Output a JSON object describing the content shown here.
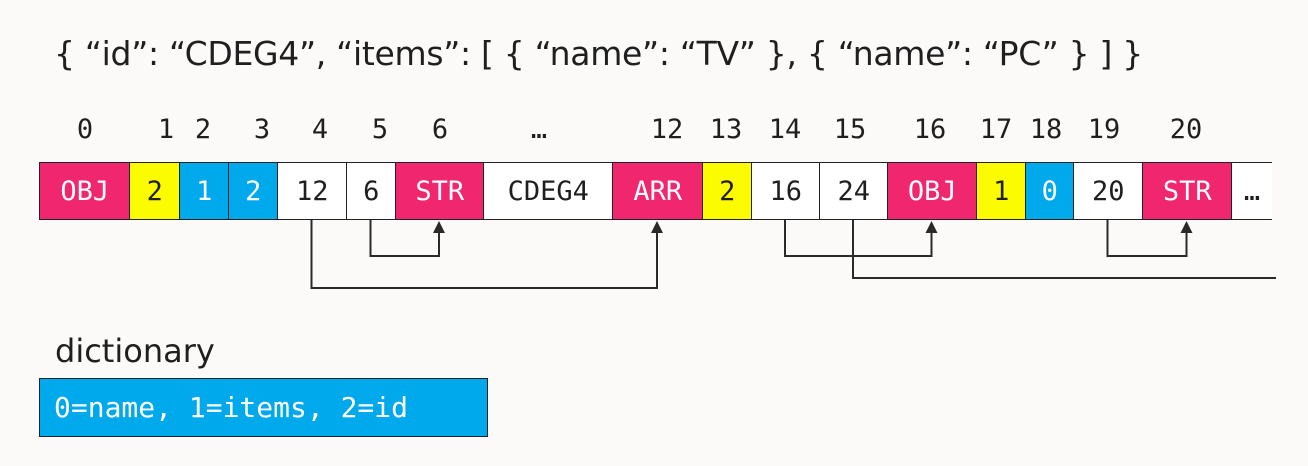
{
  "title": "{ “id”: “CDEG4”, “items”: [ { “name”: “TV” }, { “name”: “PC” } ] }",
  "colors": {
    "obj": "#f0266e",
    "key": "#fcfc00",
    "dict_ref": "#00a8ec",
    "plain": "#ffffff",
    "line": "#2a2a2a"
  },
  "indices": [
    "0",
    "1",
    "2",
    "3",
    "4",
    "5",
    "6",
    "…",
    "12",
    "13",
    "14",
    "15",
    "16",
    "17",
    "18",
    "19",
    "20"
  ],
  "cells": [
    {
      "text": "OBJ",
      "kind": "obj"
    },
    {
      "text": "2",
      "kind": "key"
    },
    {
      "text": "1",
      "kind": "dict_ref"
    },
    {
      "text": "2",
      "kind": "dict_ref"
    },
    {
      "text": "12",
      "kind": "plain"
    },
    {
      "text": "6",
      "kind": "plain"
    },
    {
      "text": "STR",
      "kind": "obj"
    },
    {
      "text": "CDEG4",
      "kind": "plain"
    },
    {
      "text": "ARR",
      "kind": "obj"
    },
    {
      "text": "2",
      "kind": "key"
    },
    {
      "text": "16",
      "kind": "plain"
    },
    {
      "text": "24",
      "kind": "plain"
    },
    {
      "text": "OBJ",
      "kind": "obj"
    },
    {
      "text": "1",
      "kind": "key"
    },
    {
      "text": "0",
      "kind": "dict_ref"
    },
    {
      "text": "20",
      "kind": "plain"
    },
    {
      "text": "STR",
      "kind": "obj"
    },
    {
      "text": "…",
      "kind": "plain"
    }
  ],
  "pointers": [
    {
      "from_cell": 5,
      "to_cell": 6
    },
    {
      "from_cell": 4,
      "to_cell": 8
    },
    {
      "from_cell": 10,
      "to_cell": 12
    },
    {
      "from_cell": 15,
      "to_cell": 16
    },
    {
      "from_cell": 11,
      "to_cell": "offscreen"
    }
  ],
  "dictionary": {
    "label": "dictionary",
    "content": "0=name, 1=items, 2=id"
  }
}
